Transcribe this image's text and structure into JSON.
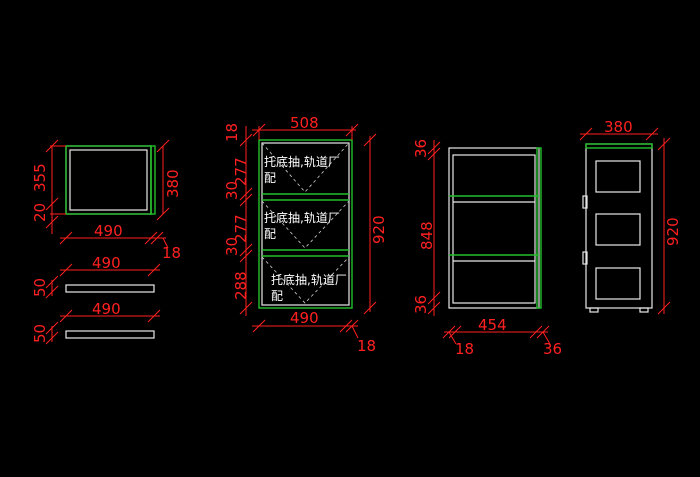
{
  "colors": {
    "background": "#000000",
    "dimension": "#ff2020",
    "outline": "#e8e8e8",
    "panel": "#22c02a",
    "note": "#ffffff"
  },
  "view1": {
    "height_upper": "355",
    "height_lower": "20",
    "height_right": "380",
    "width": "490",
    "thickness": "18"
  },
  "view2": {
    "width": "490"
  },
  "view3": {
    "width": "490"
  },
  "view4": {
    "top_gap": "18",
    "width_top": "508",
    "width_bottom": "490",
    "corner": "18",
    "section1": "277",
    "divider1": "30",
    "section2": "277",
    "divider2": "30",
    "section3": "288",
    "total_height": "920",
    "note1": "托底抽,轨道厂",
    "note1b": "配",
    "note2": "托底抽,轨道厂",
    "note2b": "配",
    "note3": "托底抽,轨道厂",
    "note3b": "配"
  },
  "view5": {
    "top": "36",
    "middle": "848",
    "bottom": "36",
    "width": "454",
    "left_thick": "18",
    "right_thick": "36"
  },
  "view6": {
    "width": "380",
    "height": "920"
  },
  "extra": {
    "v2_height": "50",
    "v3_height": "50"
  }
}
